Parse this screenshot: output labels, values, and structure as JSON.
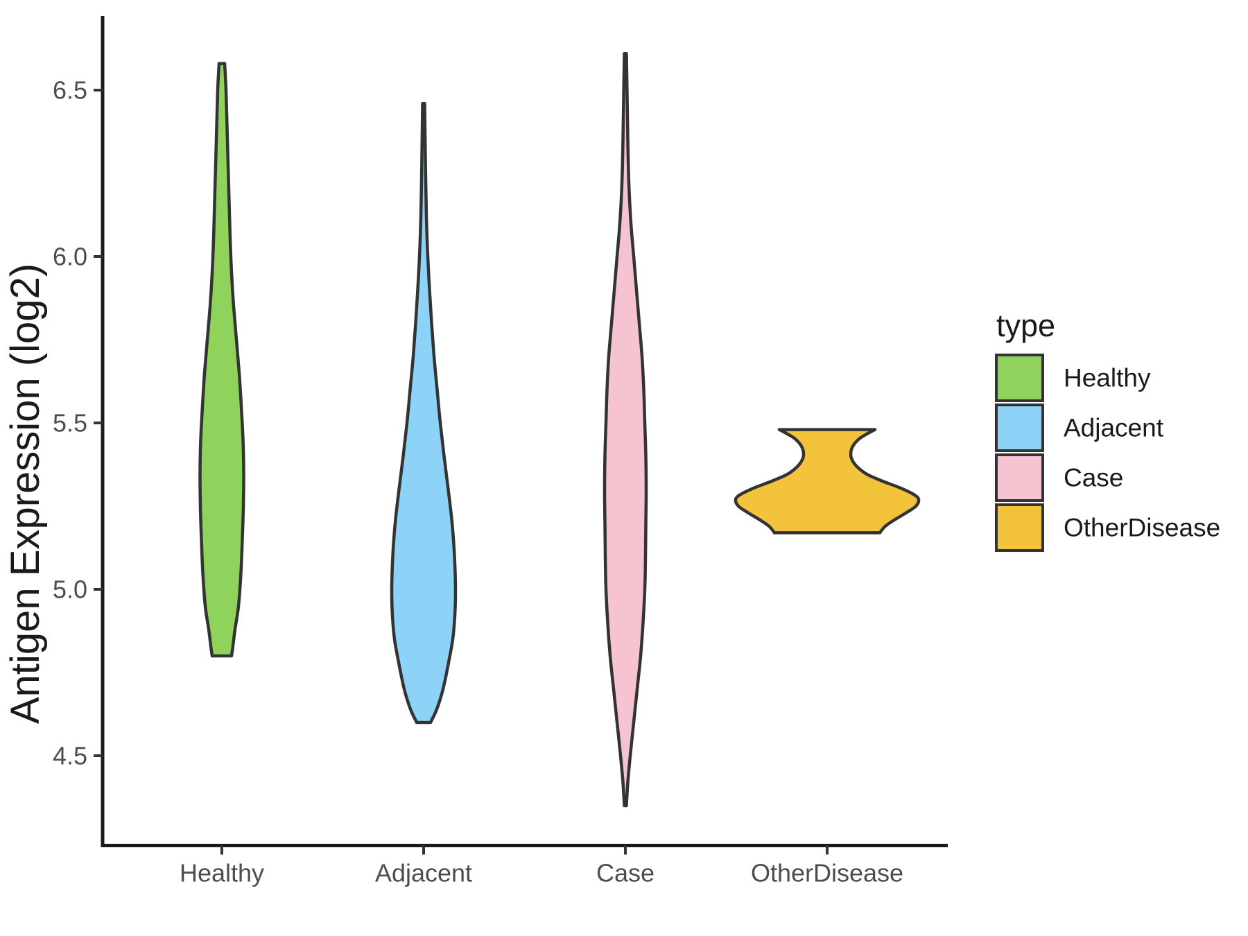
{
  "chart_data": {
    "type": "violin",
    "title": "",
    "xlabel": "",
    "ylabel": "Antigen Expression (log2)",
    "categories": [
      "Healthy",
      "Adjacent",
      "Case",
      "OtherDisease"
    ],
    "y_ticks": [
      {
        "label": "6.5",
        "value": 6.5
      },
      {
        "label": "6.0",
        "value": 6.0
      },
      {
        "label": "5.5",
        "value": 5.5
      },
      {
        "label": "5.0",
        "value": 5.0
      },
      {
        "label": "4.5",
        "value": 4.5
      }
    ],
    "ylim": [
      4.23,
      6.72
    ],
    "grid": "off",
    "legend": {
      "title": "type",
      "position": "right"
    },
    "colors": {
      "outline": "#333333",
      "axis_line": "#1A1A1A",
      "tick_text": "#4D4D4D",
      "label_text": "#1A1A1A",
      "background": "#FFFFFF"
    },
    "series": [
      {
        "name": "Healthy",
        "fill": "#8FD35C",
        "value_range": [
          4.8,
          6.58
        ],
        "profile": [
          [
            6.58,
            4
          ],
          [
            6.5,
            6
          ],
          [
            6.35,
            8
          ],
          [
            6.2,
            10
          ],
          [
            6.05,
            12
          ],
          [
            5.95,
            14
          ],
          [
            5.85,
            17
          ],
          [
            5.75,
            21
          ],
          [
            5.65,
            25
          ],
          [
            5.55,
            28
          ],
          [
            5.45,
            30.5
          ],
          [
            5.35,
            31.5
          ],
          [
            5.25,
            31
          ],
          [
            5.15,
            29.5
          ],
          [
            5.05,
            27.5
          ],
          [
            4.95,
            24
          ],
          [
            4.88,
            19
          ],
          [
            4.83,
            16
          ],
          [
            4.8,
            14
          ]
        ]
      },
      {
        "name": "Adjacent",
        "fill": "#8DD3F8",
        "value_range": [
          4.6,
          6.46
        ],
        "profile": [
          [
            6.46,
            1.5
          ],
          [
            6.3,
            2.5
          ],
          [
            6.12,
            4
          ],
          [
            6.0,
            6
          ],
          [
            5.9,
            8.5
          ],
          [
            5.8,
            11.5
          ],
          [
            5.7,
            15
          ],
          [
            5.6,
            19.5
          ],
          [
            5.5,
            24
          ],
          [
            5.4,
            29.5
          ],
          [
            5.3,
            35.5
          ],
          [
            5.2,
            41
          ],
          [
            5.1,
            44.5
          ],
          [
            5.0,
            46
          ],
          [
            4.92,
            45
          ],
          [
            4.85,
            42
          ],
          [
            4.78,
            36
          ],
          [
            4.7,
            28
          ],
          [
            4.64,
            19
          ],
          [
            4.6,
            10
          ]
        ]
      },
      {
        "name": "Case",
        "fill": "#F6C4D1",
        "value_range": [
          4.35,
          6.61
        ],
        "profile": [
          [
            6.61,
            1.5
          ],
          [
            6.48,
            2.5
          ],
          [
            6.35,
            3.5
          ],
          [
            6.22,
            5
          ],
          [
            6.1,
            8
          ],
          [
            6.0,
            12
          ],
          [
            5.9,
            16
          ],
          [
            5.8,
            20
          ],
          [
            5.7,
            24
          ],
          [
            5.6,
            26.5
          ],
          [
            5.5,
            28
          ],
          [
            5.4,
            29.5
          ],
          [
            5.3,
            30
          ],
          [
            5.2,
            29.5
          ],
          [
            5.1,
            29
          ],
          [
            5.0,
            28
          ],
          [
            4.9,
            25.5
          ],
          [
            4.8,
            22
          ],
          [
            4.7,
            17
          ],
          [
            4.6,
            12
          ],
          [
            4.5,
            7
          ],
          [
            4.42,
            3.5
          ],
          [
            4.35,
            1.5
          ]
        ]
      },
      {
        "name": "OtherDisease",
        "fill": "#F3C33C",
        "value_range": [
          5.17,
          5.48
        ],
        "profile": [
          [
            5.48,
            69
          ],
          [
            5.455,
            48
          ],
          [
            5.43,
            37
          ],
          [
            5.405,
            34
          ],
          [
            5.385,
            37
          ],
          [
            5.365,
            45
          ],
          [
            5.345,
            58
          ],
          [
            5.325,
            80
          ],
          [
            5.305,
            105
          ],
          [
            5.285,
            125
          ],
          [
            5.27,
            132
          ],
          [
            5.25,
            128
          ],
          [
            5.23,
            114
          ],
          [
            5.21,
            98
          ],
          [
            5.19,
            84
          ],
          [
            5.17,
            76
          ]
        ]
      }
    ]
  }
}
